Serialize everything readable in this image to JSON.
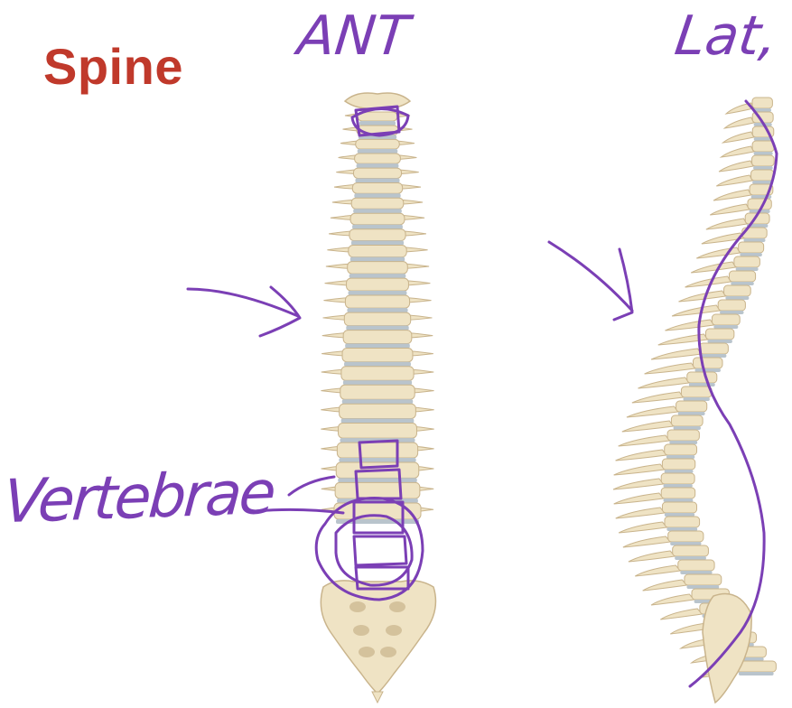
{
  "slide": {
    "title": "Spine",
    "ant_label": "ANT",
    "lat_label": "Lat,",
    "vertebrae_label": "Vertebrae"
  },
  "colors": {
    "title": "#c0392b",
    "ink": "#7b3fb5",
    "bone": "#efe3c4",
    "bone_shadow": "#c9b48c",
    "disc": "#b9c4cc"
  },
  "icons": [
    "arrow-anterior-icon",
    "arrow-lateral-icon",
    "arrow-vertebrae-icon"
  ]
}
